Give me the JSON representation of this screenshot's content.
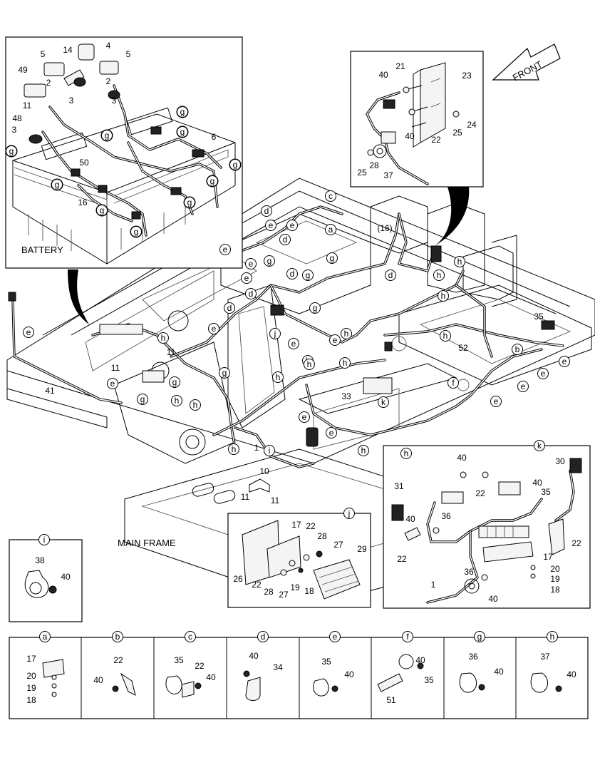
{
  "captions": {
    "battery": "BATTERY",
    "main_frame": "MAIN FRAME",
    "front": "FRONT"
  },
  "battery_labels": [
    "14",
    "4",
    "5",
    "5",
    "49",
    "2",
    "2",
    "3",
    "3",
    "11",
    "48",
    "3",
    "50",
    "16",
    "6",
    "g",
    "g",
    "g",
    "g",
    "g",
    "g",
    "g",
    "g",
    "g",
    "g"
  ],
  "bracket_labels": [
    "21",
    "23",
    "40",
    "40",
    "22",
    "25",
    "24",
    "28",
    "25",
    "37"
  ],
  "main_labels": [
    "(16)",
    "c",
    "a",
    "e",
    "e",
    "e",
    "e",
    "e",
    "e",
    "e",
    "e",
    "e",
    "e",
    "e",
    "e",
    "e",
    "e",
    "e",
    "e",
    "d",
    "d",
    "d",
    "d",
    "d",
    "d",
    "g",
    "g",
    "g",
    "g",
    "g",
    "g",
    "g",
    "h",
    "h",
    "h",
    "h",
    "h",
    "h",
    "h",
    "h",
    "h",
    "h",
    "h",
    "h",
    "h",
    "h",
    "h",
    "j",
    "k",
    "i",
    "f",
    "b",
    "35",
    "52",
    "11",
    "11",
    "41",
    "33",
    "1",
    "10",
    "11",
    "11"
  ],
  "detail_i": {
    "letter": "i",
    "labels": [
      "38",
      "40"
    ]
  },
  "detail_j": {
    "letter": "j",
    "labels": [
      "17",
      "22",
      "28",
      "27",
      "29",
      "26",
      "22",
      "28",
      "27",
      "19",
      "18"
    ]
  },
  "detail_k": {
    "letter": "k",
    "labels": [
      "40",
      "30",
      "31",
      "22",
      "40",
      "35",
      "40",
      "36",
      "22",
      "22",
      "17",
      "36",
      "20",
      "19",
      "18",
      "1",
      "40"
    ]
  },
  "bottom_panels": [
    {
      "letter": "a",
      "labels": [
        "17",
        "20",
        "19",
        "18"
      ]
    },
    {
      "letter": "b",
      "labels": [
        "22",
        "40"
      ]
    },
    {
      "letter": "c",
      "labels": [
        "35",
        "22",
        "40"
      ]
    },
    {
      "letter": "d",
      "labels": [
        "40",
        "34"
      ]
    },
    {
      "letter": "e",
      "labels": [
        "35",
        "40"
      ]
    },
    {
      "letter": "f",
      "labels": [
        "40",
        "35",
        "51"
      ]
    },
    {
      "letter": "g",
      "labels": [
        "36",
        "40"
      ]
    },
    {
      "letter": "h",
      "labels": [
        "37",
        "40"
      ]
    }
  ]
}
